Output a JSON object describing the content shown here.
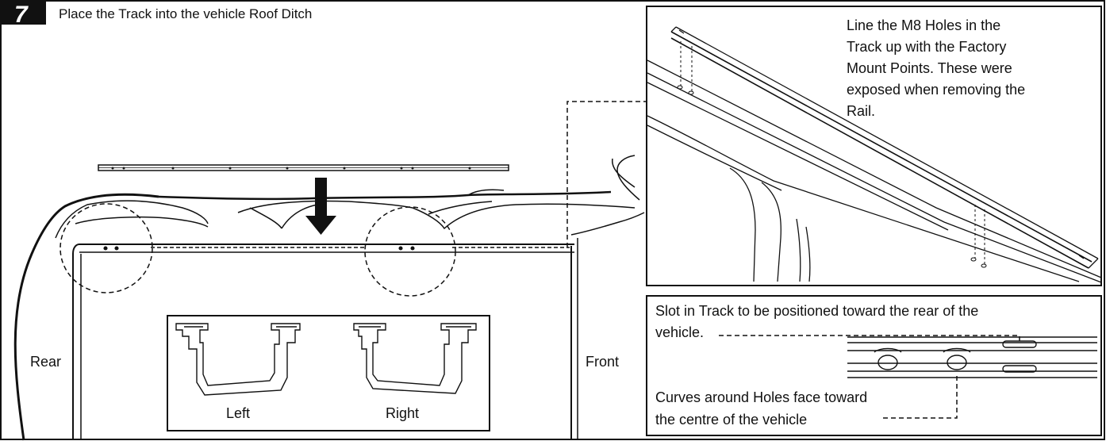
{
  "header": {
    "step_number": "7",
    "title": "Place the Track into the vehicle Roof Ditch"
  },
  "main": {
    "rear_label": "Rear",
    "front_label": "Front"
  },
  "profile_inset": {
    "left_label": "Left",
    "right_label": "Right"
  },
  "detail_panel": {
    "note_lines": [
      "Line the M8 Holes in the",
      "Track up with the Factory",
      "Mount Points. These were",
      "exposed when removing the",
      "Rail."
    ]
  },
  "slot_panel": {
    "slot_note_lines": [
      "Slot in Track to be positioned toward the rear of the",
      "vehicle."
    ],
    "curve_note_lines": [
      "Curves around Holes face toward",
      "the centre of the vehicle"
    ]
  },
  "colors": {
    "line": "#111111",
    "step_badge_bg": "#111111",
    "step_badge_text": "#ffffff",
    "background": "#ffffff"
  }
}
